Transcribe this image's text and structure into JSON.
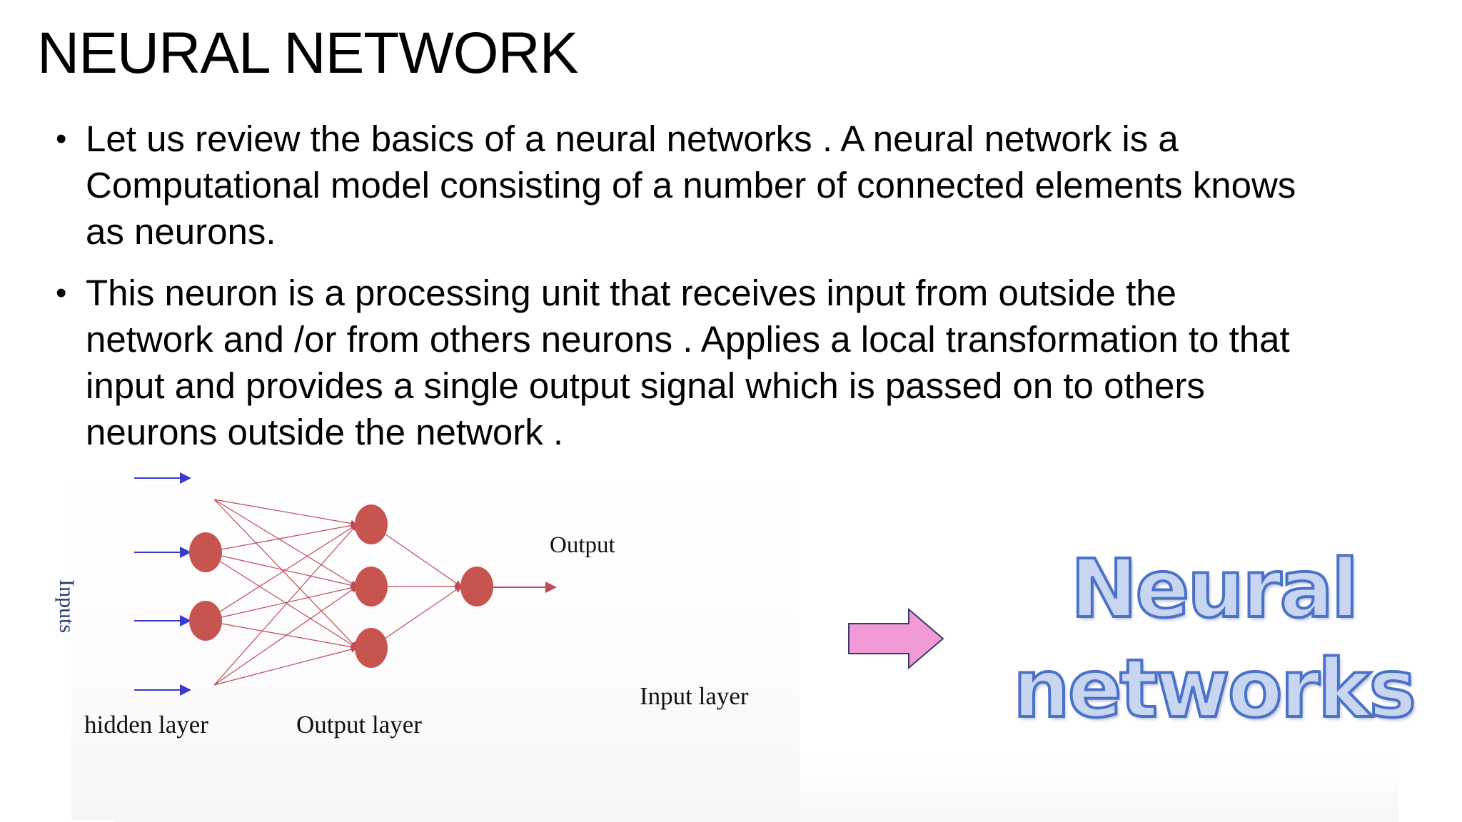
{
  "slide": {
    "title": "NEURAL NETWORK",
    "bullets": [
      {
        "icon": "bullet-dot",
        "text": "Let us review the basics of a neural networks . A neural network is a Computational model consisting of a number of connected elements knows as neurons."
      },
      {
        "icon": "bullet-dot",
        "text": "This neuron is a  processing unit that receives input from outside the network and /or from others neurons . Applies a local transformation to that input and provides a single output signal which is  passed on to others neurons outside the network ."
      }
    ]
  },
  "diagram": {
    "inputs_label": "Inputs",
    "output_label": "Output",
    "hidden_layer_label": "hidden layer",
    "output_layer_label": "Output layer",
    "input_layer_label": "Input layer",
    "node_color": "#c85450",
    "edge_color": "#c04a55",
    "input_arrow_color": "#3a3ad0"
  },
  "callout": {
    "arrow_icon": "right-arrow-icon",
    "arrow_color": "#f29ad6",
    "word1": "Neural",
    "word2": "networks",
    "word_color": "#4a72c8"
  }
}
